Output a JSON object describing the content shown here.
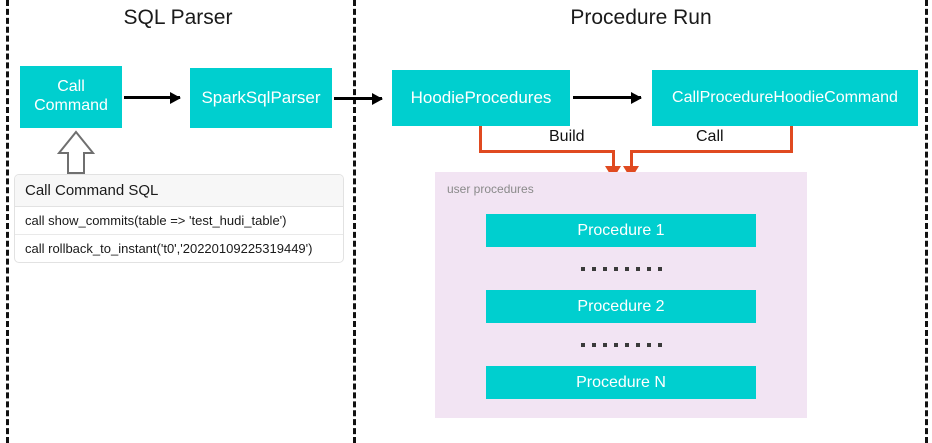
{
  "diagram": {
    "sections": [
      {
        "id": "sql-parser",
        "title": "SQL Parser"
      },
      {
        "id": "procedure-run",
        "title": "Procedure Run"
      }
    ],
    "nodes": [
      {
        "id": "call-command",
        "label": "Call\nCommand"
      },
      {
        "id": "spark-sql-parser",
        "label": "SparkSqlParser"
      },
      {
        "id": "hoodie-procedures",
        "label": "HoodieProcedures"
      },
      {
        "id": "call-procedure-hoodie-command",
        "label": "CallProcedureHoodieCommand"
      }
    ],
    "node_labels": {
      "call_command_line1": "Call",
      "call_command_line2": "Command",
      "spark_sql_parser": "SparkSqlParser",
      "hoodie_procedures": "HoodieProcedures",
      "call_procedure_hoodie_command": "CallProcedureHoodieCommand"
    },
    "edge_labels": {
      "build": "Build",
      "call": "Call"
    },
    "sql_card": {
      "header": "Call Command SQL",
      "rows": [
        "call show_commits(table => 'test_hudi_table')",
        "call rollback_to_instant('t0','20220109225319449')"
      ]
    },
    "user_procedures": {
      "label": "user procedures",
      "items": [
        {
          "label": "Procedure 1"
        },
        {
          "label": "Procedure 2"
        },
        {
          "label": "Procedure N"
        }
      ]
    },
    "colors": {
      "node_fill": "#00CFCF",
      "node_text": "#FFFFFF",
      "panel_fill": "#F2E4F3",
      "edge_orange": "#E04A20",
      "edge_black": "#000000",
      "separator": "#111111"
    }
  }
}
